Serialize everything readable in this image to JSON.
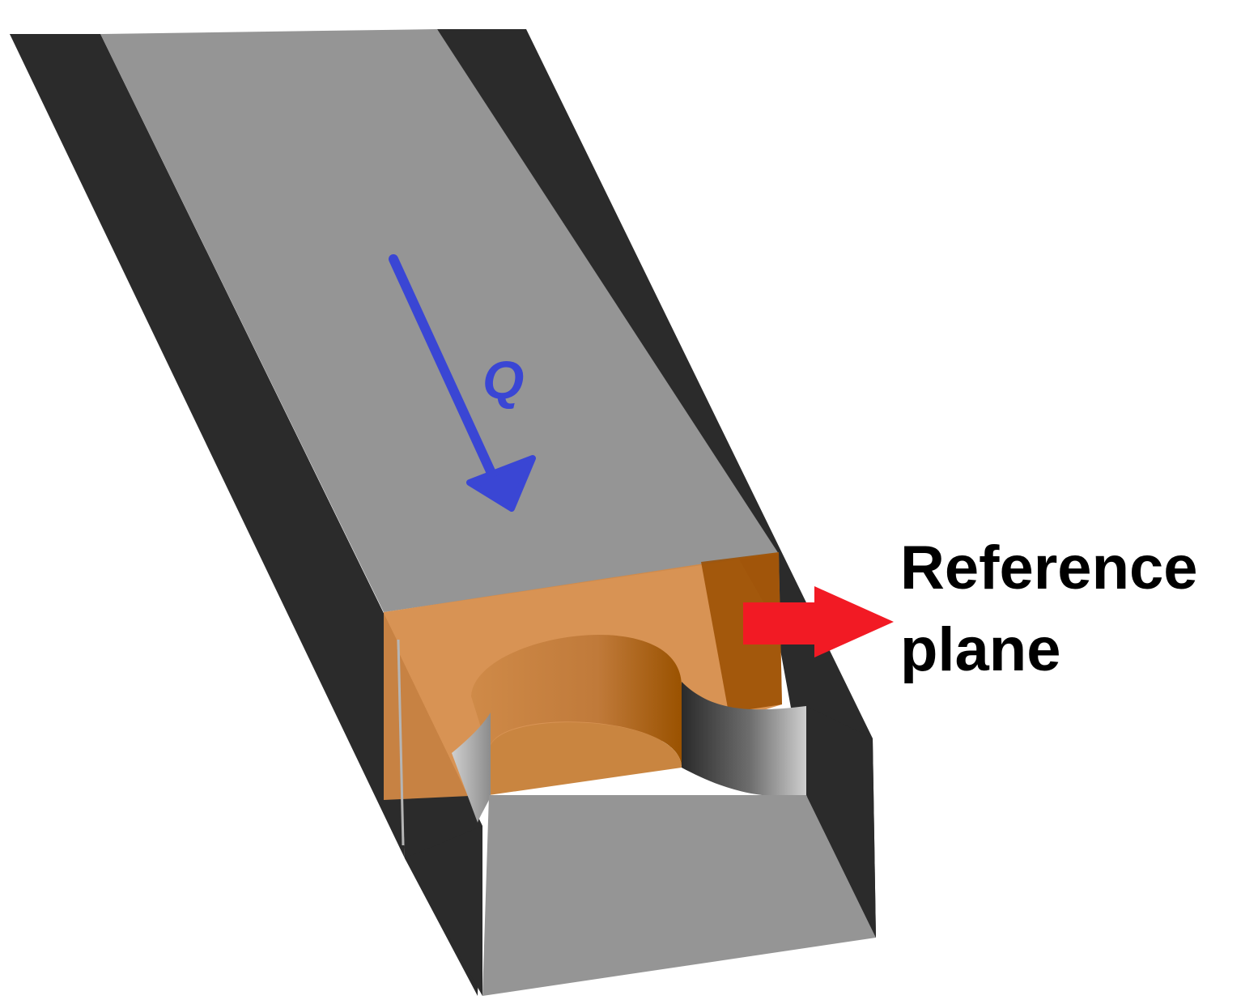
{
  "flow_label": "Q",
  "plane_label": {
    "line1": "Reference",
    "line2": "plane"
  },
  "colors": {
    "background": "#ffffff",
    "wall_dark": "#2b2b2b",
    "channel_floor": "#959595",
    "plane_fill": "#d58a45",
    "plane_edge": "#9a4e00",
    "flow_arrow": "#3a46d4",
    "plane_arrow": "#f21a24",
    "label_text": "#000000"
  },
  "icons": {
    "flow_arrow": "arrow-down-right-icon",
    "plane_pointer": "arrow-right-icon"
  }
}
